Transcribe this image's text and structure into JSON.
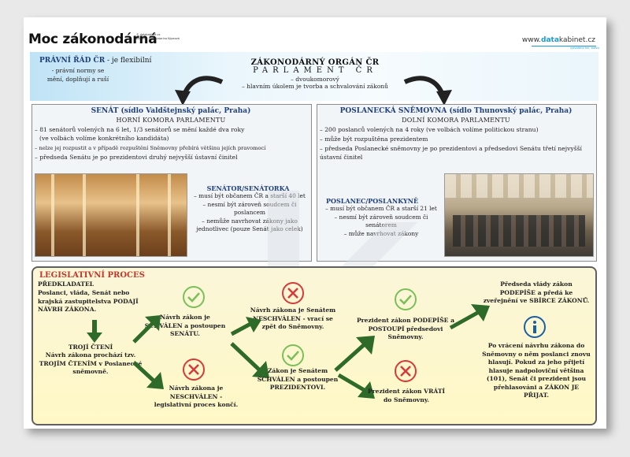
{
  "header": {
    "title": "Moc zákonodárná",
    "credits": [
      "© datakabinet.cz",
      "autorka: Mgr. Katarína Kýpeová"
    ],
    "brand_prefix": "www.",
    "brand_hi": "data",
    "brand_suffix": "kabinet.cz",
    "brand_sub": "vytvořeno fun, bravo"
  },
  "pravni": {
    "heading": "PRÁVNÍ ŘÁD ČR",
    "heading_suffix": " - je flexibilní",
    "text": "- právní normy se mění, doplňují a ruší"
  },
  "organ": {
    "heading": "ZÁKONODÁRNÝ ORGÁN ČR",
    "parliament": "PARLAMENT ČR",
    "bicameral": "– dvoukomorový",
    "main_task": "– hlavním úkolem je tvorba a schvalování zákonů"
  },
  "senat": {
    "heading": "SENÁT (sídlo Valdštejnský palác, Praha)",
    "subheading": "HORNÍ KOMORA PARLAMENTU",
    "items": [
      "– 81 senátorů volených na 6 let, 1/3 senátorů se mění každé dva roky",
      "(ve volbách volíme konkrétního kandidáta)",
      "– nelze jej rozpustit a v případě rozpuštění Sněmovny přebírá většinu jejích pravomocí",
      "– předseda Senátu je po prezidentovi druhý nejvyšší ústavní činitel"
    ],
    "role_heading": "SENÁTOR/SENÁTORKA",
    "role_items": [
      "– musí být občanem ČR a starší 40 let",
      "– nesmí být zároveň soudcem či poslancem",
      "– nemůže navrhovat zákony jako jednotlivec (pouze Senát jako celek)"
    ]
  },
  "snemovna": {
    "heading": "POSLANECKÁ SNĚMOVNA (sídlo Thunovský palác, Praha)",
    "subheading": "DOLNÍ KOMORA PARLAMENTU",
    "items": [
      "– 200 poslanců volených na 4 roky (ve volbách volíme politickou stranu)",
      "– může být rozpuštěna prezidentem",
      "– předseda Poslanecké sněmovny je po prezidentovi a předsedovi Senátu třetí nejvyšší ústavní činitel"
    ],
    "role_heading": "POSLANEC/POSLANKYNĚ",
    "role_items": [
      "– musí být občanem ČR a starší 21 let",
      "– nesmí být zároveň soudcem či senátorem",
      "– může navrhovat zákony"
    ]
  },
  "legislative": {
    "heading": "LEGISLATIVNÍ PROCES",
    "proposer_heading": "PŘEDKLADATEL",
    "proposer_text": "Poslanci, vláda, Senát nebo krajská zastupitelstva PODAJÍ NÁVRH ZÁKONA.",
    "three_readings_heading": "TROJÍ ČTENÍ",
    "three_readings_text": "Návrh zákona prochází tzv. TROJÍM ČTENÍM v Poslanecké sněmovně.",
    "approved_to_senate": "Návrh zákon je SCHVÁLEN a postoupen SENÁTU.",
    "rejected_end": "Návrh zákona je NESCHVÁLEN - legislativní proces končí.",
    "senate_rejected": "Návrh zákona je Senátem NESCHVÁLEN - vrací se zpět do Sněmovny.",
    "senate_approved": "Zákon je Senátem SCHVÁLEN a postoupen PREZIDENTOVI.",
    "president_signs": "Prezident zákon PODEPÍŠE a POSTOUPÍ předsedovi Sněmovny.",
    "president_returns": "Prezident zákon VRÁTÍ do Sněmovny.",
    "pm_signs": "Předseda vlády zákon PODEPÍŠE a předá ke zveřejnění ve SBÍRCE ZÁKONŮ.",
    "info_text": "Po vrácení návrhu zákona do Sněmovny o něm poslanci znovu hlasují. Pokud za jeho přijetí hlasuje nadpoloviční většina (101), Senát či prezident jsou přehlasováni a ZÁKON JE PŘIJAT."
  },
  "colors": {
    "accent": "#1f3f7a",
    "check": "#7bbf5a",
    "cross": "#d63a3a",
    "arrow": "#2e6a2a",
    "info": "#1a5fa8"
  }
}
